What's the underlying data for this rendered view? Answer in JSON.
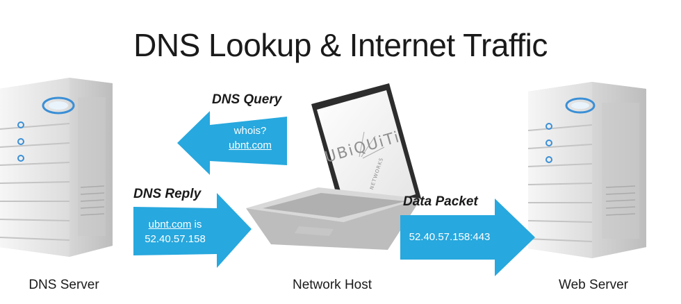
{
  "title": "DNS Lookup & Internet Traffic",
  "nodes": {
    "dns_server": "DNS Server",
    "network_host": "Network Host",
    "web_server": "Web Server"
  },
  "laptop": {
    "brand": "UBiQUiTi",
    "brand_sub": "NETWORKS"
  },
  "arrows": {
    "query": {
      "label": "DNS Query",
      "line1": "whois?",
      "line2": "ubnt.com"
    },
    "reply": {
      "label": "DNS Reply",
      "line1_link": "ubnt.com",
      "line1_rest": " is",
      "line2": "52.40.57.158"
    },
    "data": {
      "label": "Data Packet",
      "line1": "52.40.57.158:443"
    }
  },
  "colors": {
    "arrow": "#27a8de",
    "server_body": "#ececec",
    "server_led": "#3a8fd6"
  }
}
